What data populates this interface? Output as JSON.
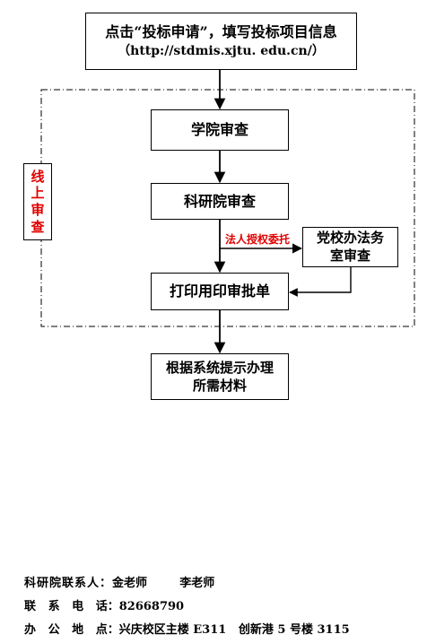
{
  "nodes": {
    "submit": {
      "line1": "点击“投标申请”，填写投标项目信息",
      "line2": "（http://stdmis.xjtu. edu.cn/）"
    },
    "college_review": "学院审查",
    "research_review": "科研院审查",
    "legal_review": {
      "line1": "党校办法务",
      "line2": "室审查"
    },
    "print_form": "打印用印审批单",
    "submit_materials": {
      "line1": "根据系统提示办理",
      "line2": "所需材料"
    }
  },
  "online_review_label": "线上审查",
  "edge_labels": {
    "delegation": "法人授权委托"
  },
  "colors": {
    "accent_red": "#e00000",
    "line": "#000000"
  },
  "footer": {
    "contact": {
      "key": "科研院联系人：",
      "value": "金老师        李老师"
    },
    "phone": {
      "key": "联   系   电   话：",
      "value": "82668790"
    },
    "office": {
      "key": "办   公   地   点：",
      "value": "兴庆校区主楼 E311   创新港 5 号楼 3115"
    }
  }
}
